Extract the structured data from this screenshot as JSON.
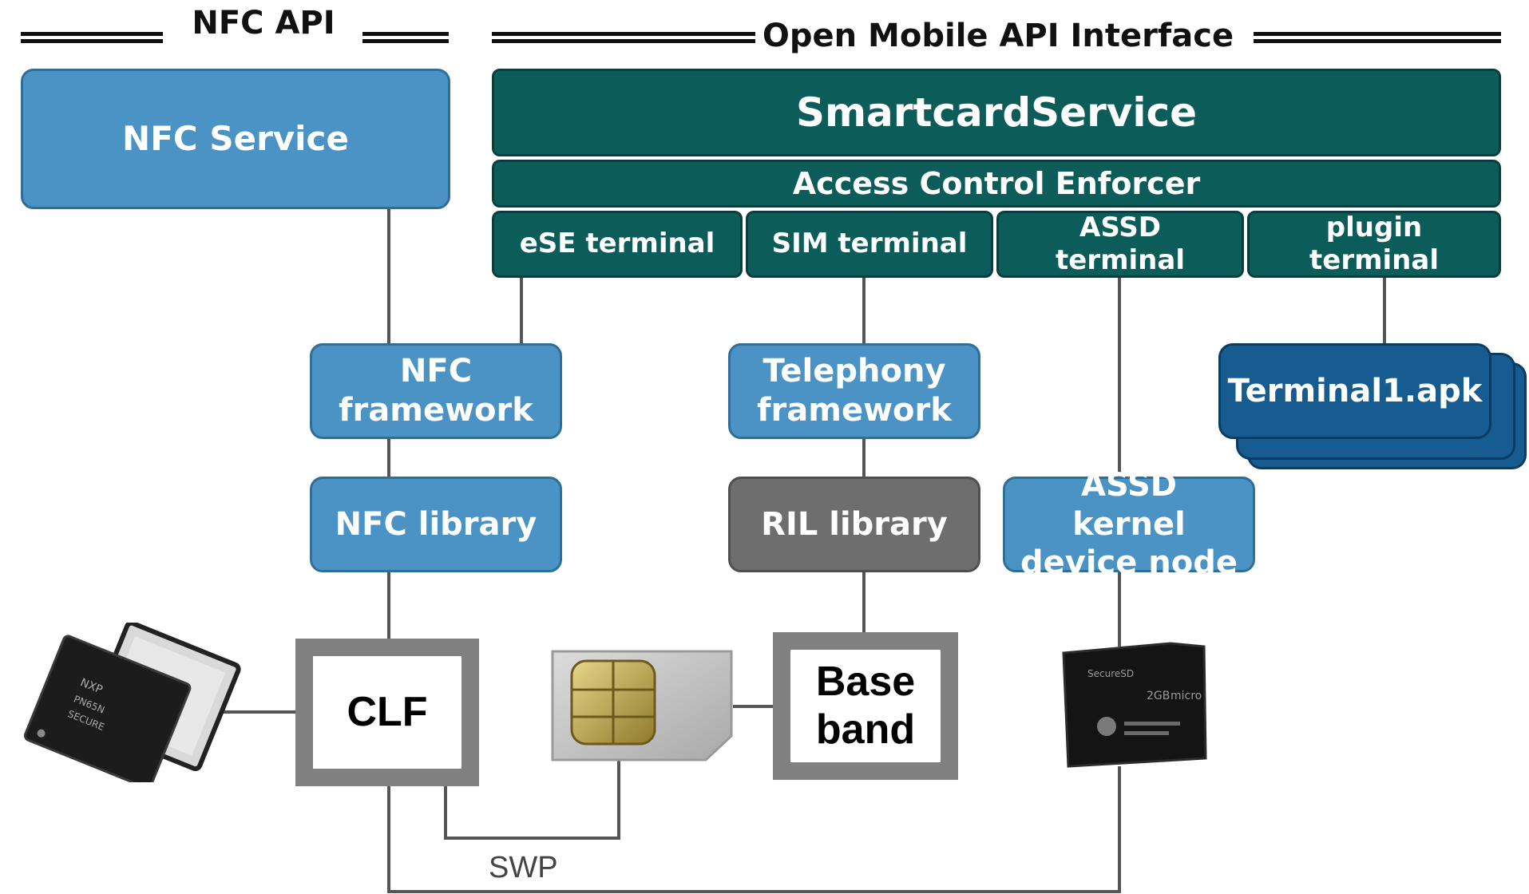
{
  "headers": {
    "nfc_api": "NFC API",
    "open_mobile_api": "Open Mobile API Interface"
  },
  "smartcard": {
    "service": "SmartcardService",
    "access_control": "Access Control Enforcer",
    "terminals": [
      "eSE terminal",
      "SIM terminal",
      "ASSD terminal",
      "plugin terminal"
    ]
  },
  "components": {
    "nfc_service": "NFC Service",
    "nfc_framework": "NFC framework",
    "nfc_library": "NFC library",
    "telephony_framework": "Telephony framework",
    "ril_library": "RIL library",
    "assd_kernel": "ASSD kernel device node",
    "terminal_apk": "Terminal1.apk"
  },
  "hardware": {
    "clf": "CLF",
    "baseband": "Base band"
  },
  "labels": {
    "swp": "SWP"
  },
  "chip_text": {
    "line1": "NXP",
    "line2": "PN65N",
    "line3": "SECURE"
  },
  "sd_text": {
    "line1": "SecureSD",
    "line2": "2GB",
    "line3": "micro"
  },
  "colors": {
    "nfc_blue": "#4a93c4",
    "smartcard_teal": "#0c5d59",
    "ril_gray": "#6e6e6e",
    "apk_navy": "#175c91",
    "hardware_frame": "#808080"
  }
}
